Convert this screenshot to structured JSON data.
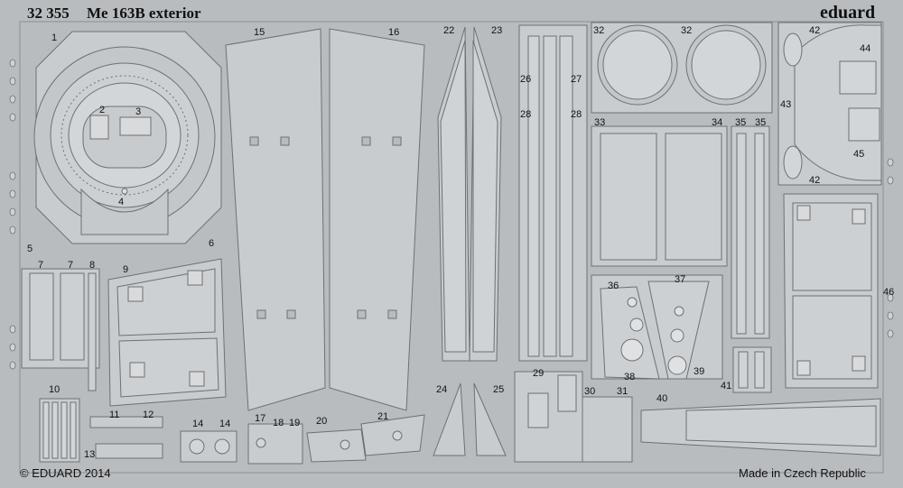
{
  "header": {
    "code": "32 355",
    "title": "Me 163B exterior",
    "brand": "eduard"
  },
  "footer": {
    "copyright": "© EDUARD 2014",
    "origin": "Made in Czech Republic"
  },
  "part_numbers": [
    "1",
    "2",
    "3",
    "4",
    "5",
    "6",
    "7",
    "7",
    "8",
    "9",
    "10",
    "11",
    "12",
    "13",
    "14",
    "14",
    "15",
    "16",
    "17",
    "18",
    "19",
    "20",
    "21",
    "22",
    "23",
    "24",
    "25",
    "26",
    "27",
    "28",
    "28",
    "29",
    "30",
    "31",
    "32",
    "32",
    "33",
    "34",
    "35",
    "35",
    "36",
    "37",
    "38",
    "39",
    "40",
    "41",
    "42",
    "42",
    "43",
    "44",
    "45",
    "46"
  ],
  "colors": {
    "background": "#b9bcbf",
    "fret": "#a9adb0",
    "part": "#c9ccce",
    "edge": "#6d7174",
    "hole": "#dfe1e2"
  }
}
